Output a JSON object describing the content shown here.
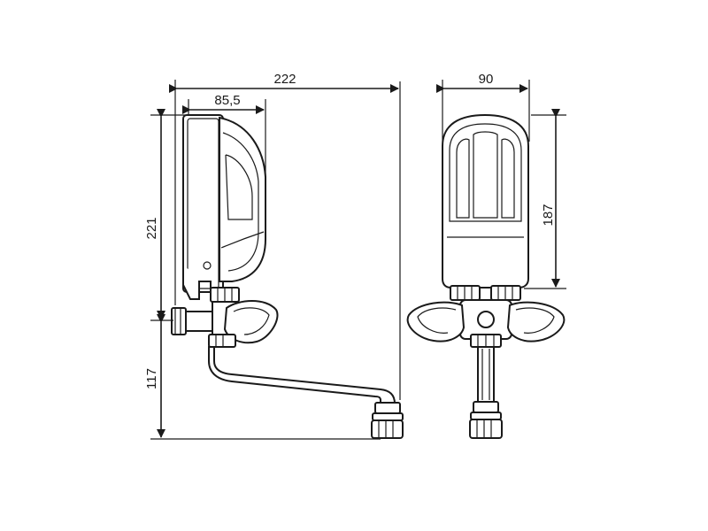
{
  "dimensions": {
    "total_width": "222",
    "unit_depth": "85,5",
    "unit_height": "221",
    "spout_height": "117",
    "front_width": "90",
    "front_height": "187"
  },
  "colors": {
    "line": "#1a1a1a",
    "background": "#ffffff"
  }
}
